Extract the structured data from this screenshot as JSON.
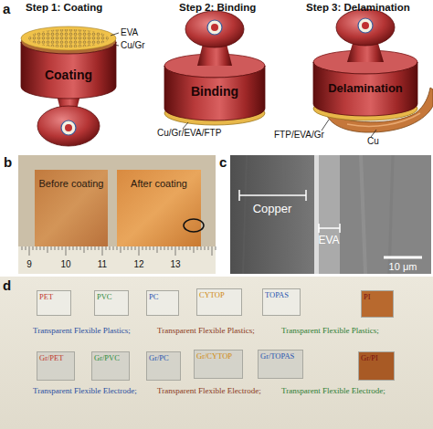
{
  "diagram": {
    "nodes": [
      {
        "text": [
          "Coating"
        ]
      },
      {
        "text": [
          "Binding"
        ]
      },
      {
        "text": [
          "Delamination"
        ]
      },
      {
        "text": [
          "PET"
        ]
      },
      {
        "text": [
          "PVC"
        ]
      },
      {
        "text": [
          "PC"
        ]
      },
      {
        "text": [
          "CYTOP"
        ]
      },
      {
        "text": [
          "TOPAS"
        ]
      },
      {
        "text": [
          "PI"
        ]
      },
      {
        "text": [
          "Gr/PET"
        ]
      },
      {
        "text": [
          "Gr/PVC"
        ]
      },
      {
        "text": [
          "Gr/PC"
        ]
      },
      {
        "text": [
          "Gr/CYTOP"
        ]
      },
      {
        "text": [
          "Gr/TOPAS"
        ]
      },
      {
        "text": [
          "Gr/PI"
        ]
      }
    ],
    "labels": [
      "a",
      "Step 1: Coating",
      "Step 2: Binding",
      "Step 3: Delamination",
      "EVA",
      "Cu/Gr",
      "Cu/Gr/EVA/FTP",
      "FTP/EVA/Gr",
      "Cu",
      "b",
      "Before coating",
      "After coating",
      "9",
      "10",
      "11",
      "12",
      "13",
      "c",
      "Copper",
      "EVA",
      "10 μm",
      "d",
      "Transparent Flexible Plastics;",
      "Transparent Flexible Plastics;",
      "Transparent Flexible Plastics;",
      "Transparent Flexible Electrode;",
      "Transparent Flexible Electrode;",
      "Transparent Flexible Electrode;"
    ]
  }
}
